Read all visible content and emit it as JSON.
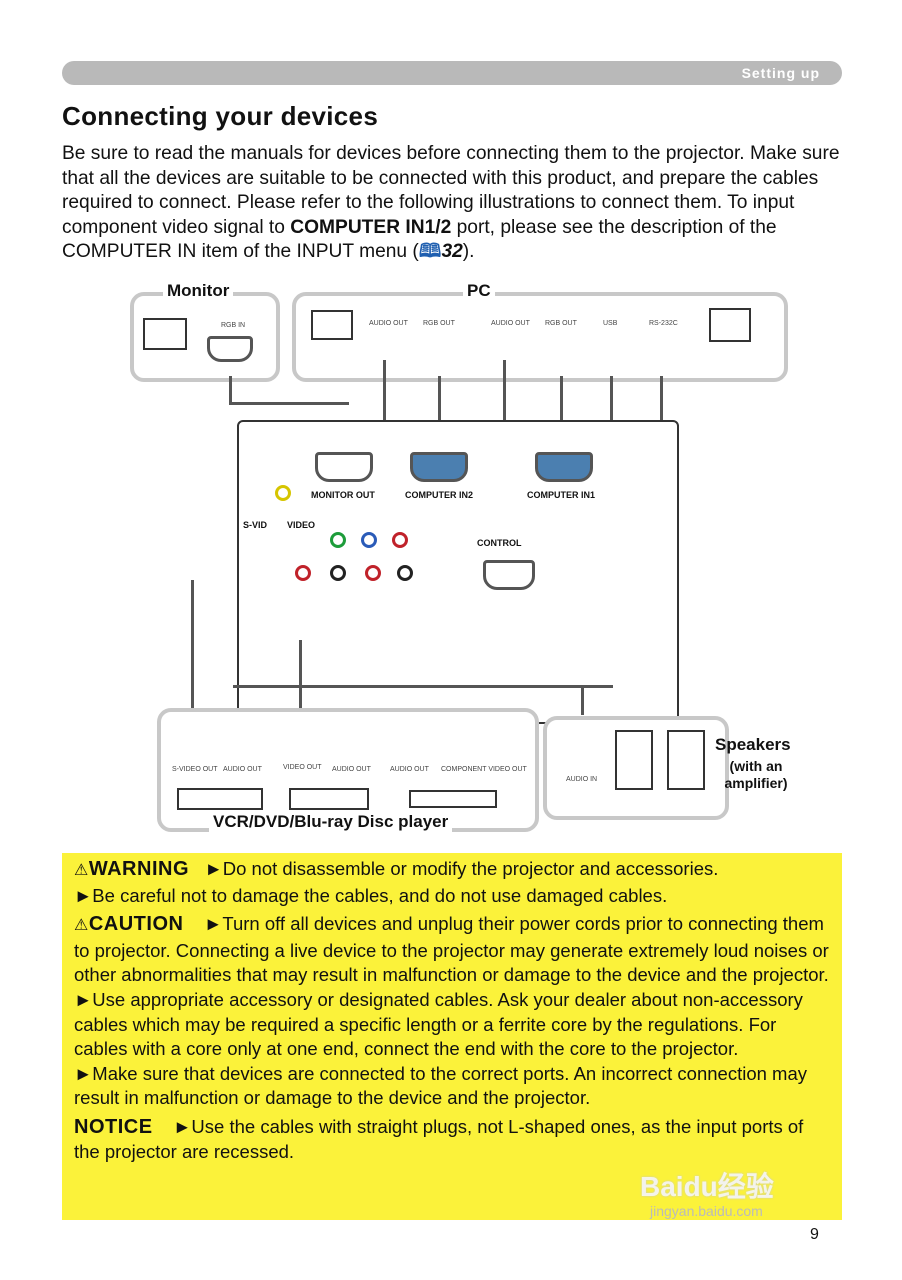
{
  "header": {
    "section": "Setting up"
  },
  "title": "Connecting your devices",
  "intro": {
    "part1": "Be sure to read the manuals for devices before connecting them to the projector. Make sure that all the devices are suitable to be connected with this product, and prepare the cables required to connect. Please refer to the following illustrations to connect them. To input component video signal to ",
    "bold": "COMPUTER IN1/2",
    "part2": " port, please see the description of the COMPUTER IN item of the INPUT menu (",
    "ref": "32",
    "part3": ")."
  },
  "diagram": {
    "monitor_label": "Monitor",
    "pc_label": "PC",
    "vcr_label": "VCR/DVD/Blu-ray Disc player",
    "speakers_label": "Speakers",
    "speakers_sub": "(with an amplifier)",
    "monitor_ports": [
      "RGB IN"
    ],
    "pc_ports": [
      "AUDIO OUT",
      "RGB OUT",
      "AUDIO OUT",
      "RGB OUT",
      "USB",
      "RS-232C"
    ],
    "projector_ports": [
      "MONITOR OUT",
      "COMPUTER IN2",
      "COMPUTER IN1",
      "CONTROL",
      "VIDEO",
      "S-VID"
    ],
    "vcr_ports": [
      "S-VIDEO OUT",
      "AUDIO OUT",
      "VIDEO OUT",
      "AUDIO OUT",
      "AUDIO OUT",
      "COMPONENT VIDEO OUT"
    ],
    "speaker_ports": [
      "AUDIO IN"
    ]
  },
  "notice": {
    "warning_kw": "WARNING",
    "warning_1": "►Do not disassemble or modify the projector and accessories.",
    "warning_2": "►Be careful not to damage the cables, and do not use damaged cables.",
    "caution_kw": "CAUTION",
    "caution_1": "►Turn off all devices and unplug their power cords prior to connecting them to projector. Connecting a live device to the projector may generate extremely loud noises or other abnormalities that may result in malfunction or damage to the device and the projector.",
    "caution_2": "►Use appropriate accessory or designated cables. Ask your dealer about non-accessory cables which may be required a specific length or a ferrite core by the regulations. For cables with a core only at one end, connect the end with the core to the projector.",
    "caution_3": "►Make sure that devices are connected to the correct ports. An incorrect connection may result in malfunction or damage to the device and the projector.",
    "notice_kw": "NOTICE",
    "notice_1": "►Use the cables with straight plugs, not L-shaped ones, as the input ports of the projector are recessed."
  },
  "page_number": "9",
  "watermark": "Baidu经验",
  "watermark_url": "jingyan.baidu.com"
}
